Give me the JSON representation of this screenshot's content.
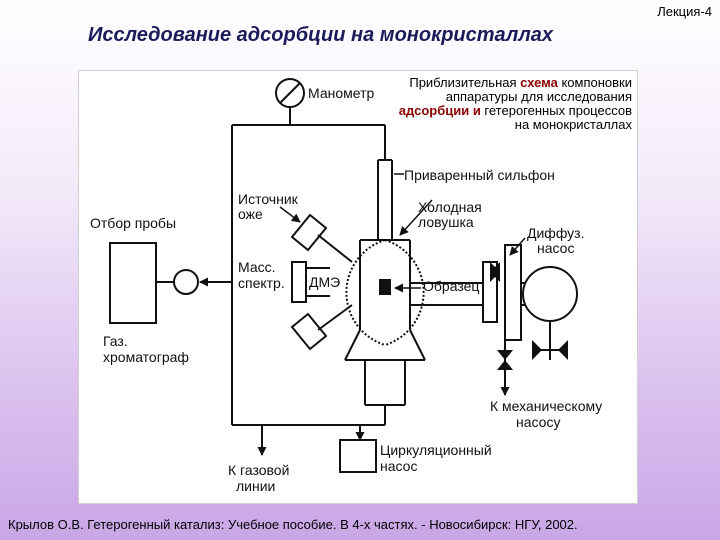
{
  "header": {
    "lecture": "Лекция-4",
    "title": "Исследование адсорбции на монокристаллах"
  },
  "caption": {
    "part1": "Приблизительная ",
    "part1_hl": "схема",
    "part2": " компоновки аппаратуры для исследования ",
    "part2_hl": "адсорбции и",
    "part3": " гетерогенных процессов на монокристаллах"
  },
  "labels": {
    "manometer": "Манометр",
    "welded_bellows": "Приваренный сильфон",
    "auger_l1": "Источник",
    "auger_l2": "оже",
    "cold_trap_l1": "Холодная",
    "cold_trap_l2": "ловушка",
    "diff_pump_l1": "Диффуз.",
    "diff_pump_l2": "насос",
    "sampling": "Отбор пробы",
    "mass_spec_l1": "Масс.",
    "mass_spec_l2": "спектр.",
    "dme": "ДМЭ",
    "sample": "Образец",
    "gas_chrom_l1": "Газ.",
    "gas_chrom_l2": "хроматограф",
    "mech_pump_l1": "К механическому",
    "mech_pump_l2": "насосу",
    "circ_pump_l1": "Циркуляционный",
    "circ_pump_l2": "насос",
    "gas_line_l1": "К газовой",
    "gas_line_l2": "линии"
  },
  "footer": {
    "citation": "Крылов О.В. Гетерогенный катализ: Учебное пособие. В 4-х частях. - Новосибирск: НГУ, 2002."
  }
}
